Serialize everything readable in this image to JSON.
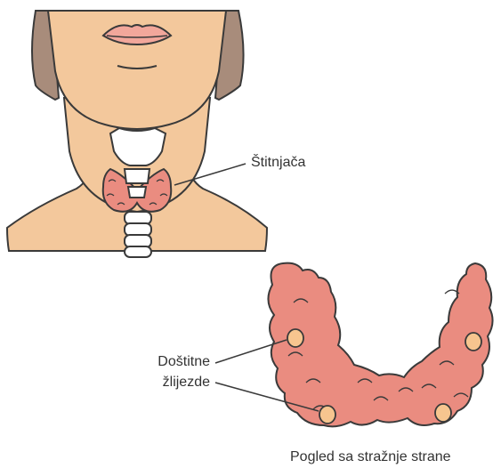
{
  "labels": {
    "thyroid": "Štitnjača",
    "parathyroid_line1": "Doštitne",
    "parathyroid_line2": "žlijezde",
    "view_caption": "Pogled sa stražnje strane"
  },
  "colors": {
    "skin": "#f3c89c",
    "hair": "#a88c7b",
    "outline": "#3a3a3a",
    "lips": "#f2a79b",
    "thyroid": "#ea8c80",
    "parathyroid": "#f7c58f",
    "cartilage": "#ffffff"
  }
}
